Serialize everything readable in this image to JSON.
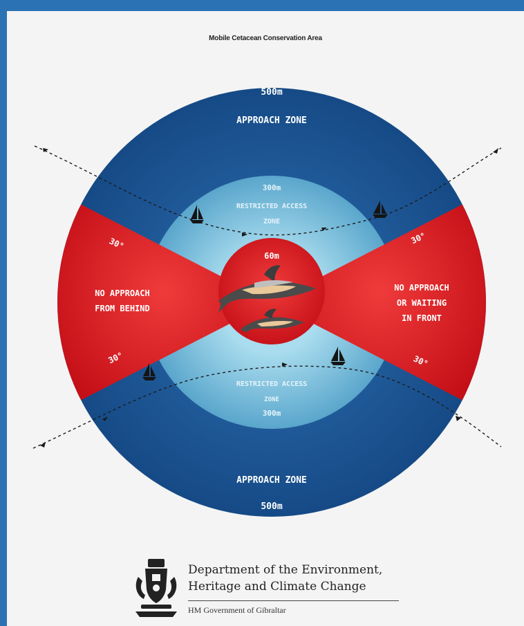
{
  "title": "Mobile Cetacean Conservation Area",
  "zones": {
    "approach_top_distance": "500m",
    "approach_top_label": "APPROACH ZONE",
    "approach_bottom_label": "APPROACH ZONE",
    "approach_bottom_distance": "500m",
    "restricted_top_distance": "300m",
    "restricted_top_label_1": "RESTRICTED ACCESS",
    "restricted_top_label_2": "ZONE",
    "restricted_bottom_label_1": "RESTRICTED ACCESS",
    "restricted_bottom_label_2": "ZONE",
    "restricted_bottom_distance": "300m",
    "center_distance": "60m",
    "left_label_1": "NO APPROACH",
    "left_label_2": "FROM BEHIND",
    "right_label_1": "NO APPROACH",
    "right_label_2": "OR WAITING",
    "right_label_3": "IN FRONT",
    "angle_tl": "30°",
    "angle_bl": "30°",
    "angle_tr": "30°",
    "angle_br": "30°"
  },
  "colors": {
    "outer_blue": "#1d5797",
    "light_blue": "#7cc0dc",
    "red": "#e3131c",
    "page_border": "#2b72b5"
  },
  "icons": [
    "dolphin-icon",
    "sailboat-icon",
    "crest-icon"
  ],
  "footer": {
    "department_line1": "Department of the Environment,",
    "department_line2": "Heritage and Climate Change",
    "government": "HM Government of Gibraltar"
  }
}
